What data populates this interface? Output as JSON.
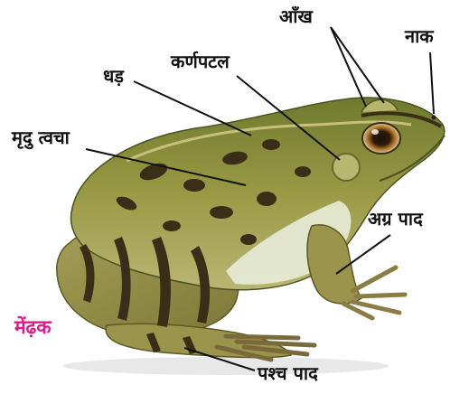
{
  "title": "मेंढ़क",
  "labels": {
    "eye": "आँख",
    "nose": "नाक",
    "eardrum": "कर्णपटल",
    "body": "धड़",
    "skin": "मृदु त्वचा",
    "forelimb": "अग्र पाद",
    "hindlimb": "पश्च पाद"
  },
  "colors": {
    "title": "#e0198a",
    "label": "#111111",
    "leader": "#111111",
    "frog_skin": "#8a8a3a",
    "frog_spots": "#3a2e18",
    "belly": "#e8ecd8"
  }
}
